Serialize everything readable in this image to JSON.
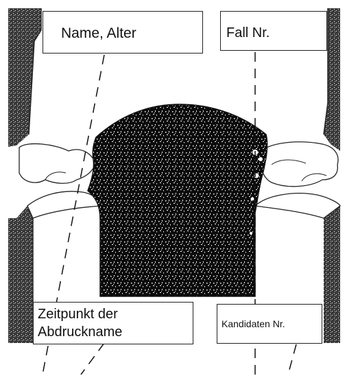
{
  "labels": {
    "name_alter": "Name, Alter",
    "fall_nr": "Fall Nr.",
    "zeitpunkt_line1": "Zeitpunkt der",
    "zeitpunkt_line2": "Abdruckname",
    "kandidaten_nr": "Kandidaten Nr."
  },
  "colors": {
    "ink": "#111111",
    "paper": "#ffffff"
  }
}
